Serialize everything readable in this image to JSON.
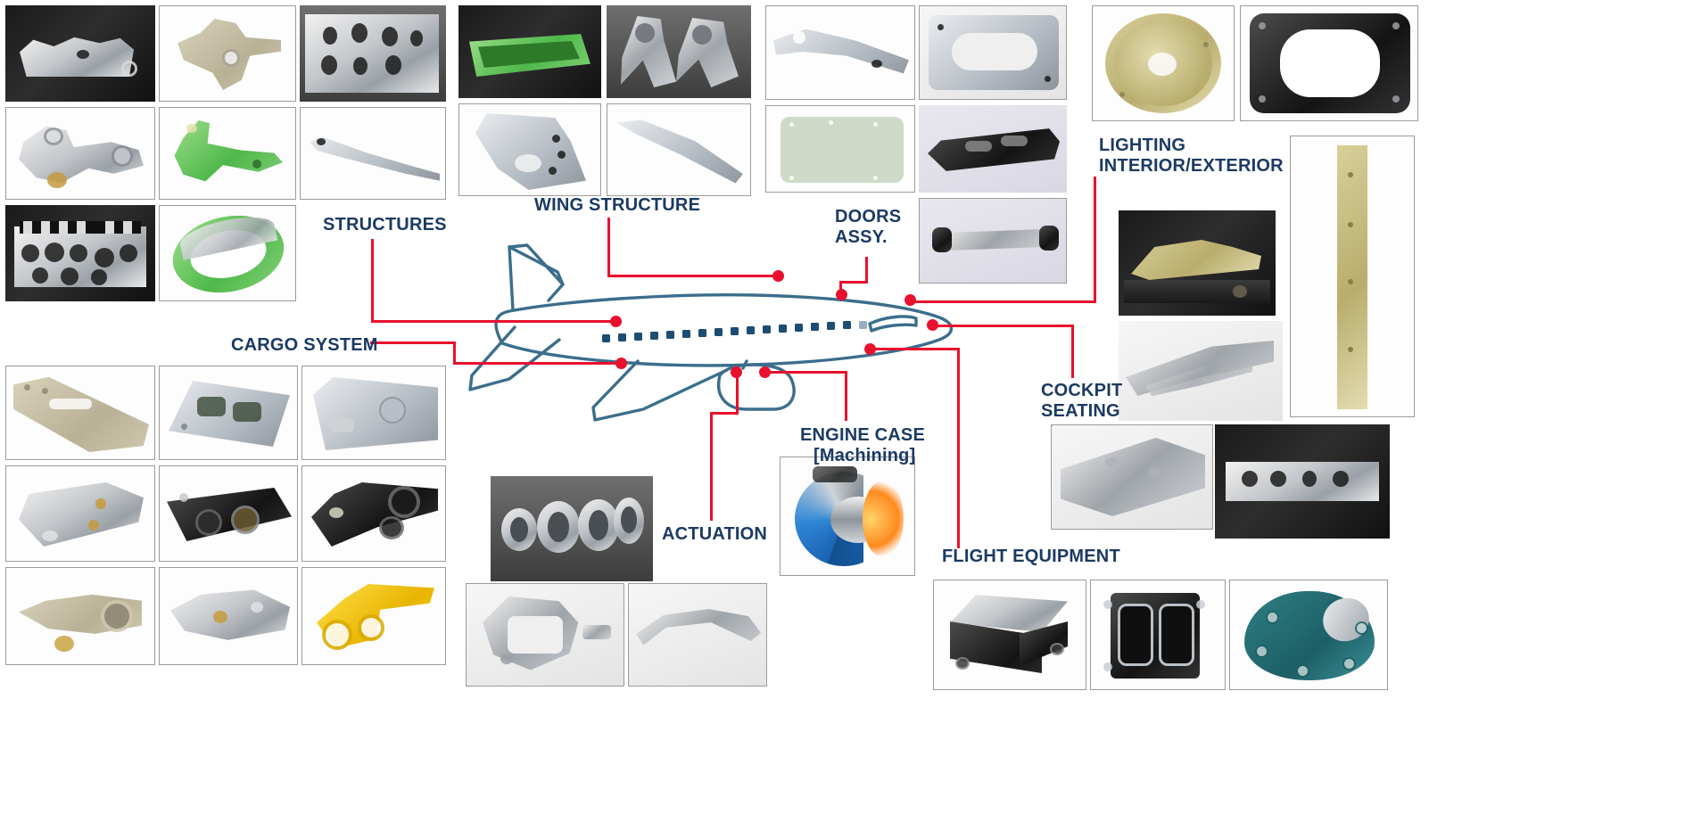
{
  "diagram": {
    "title": "Aerostructures & Aircraft Components Capability Map",
    "subject": "commercial-aircraft-outline",
    "accent_color": "#e8112d",
    "label_color": "#1b3a63",
    "aircraft_outline_color": "#31627f"
  },
  "callouts": [
    {
      "id": "structures",
      "label": "STRUCTURES",
      "lines": [
        "STRUCTURES"
      ]
    },
    {
      "id": "wing-structure",
      "label": "WING STRUCTURE",
      "lines": [
        "WING STRUCTURE"
      ]
    },
    {
      "id": "doors-assy",
      "label": "DOORS ASSY.",
      "lines": [
        "DOORS",
        "ASSY."
      ]
    },
    {
      "id": "lighting",
      "label": "LIGHTING INTERIOR/EXTERIOR",
      "lines": [
        "LIGHTING",
        "INTERIOR/EXTERIOR"
      ]
    },
    {
      "id": "cargo-system",
      "label": "CARGO SYSTEM",
      "lines": [
        "CARGO SYSTEM"
      ]
    },
    {
      "id": "cockpit-seating",
      "label": "COCKPIT SEATING",
      "lines": [
        "COCKPIT",
        "SEATING"
      ]
    },
    {
      "id": "actuation",
      "label": "ACTUATION",
      "lines": [
        "ACTUATION"
      ]
    },
    {
      "id": "engine-case",
      "label": "ENGINE CASE [Machining]",
      "lines": [
        "ENGINE CASE",
        "[Machining]"
      ]
    },
    {
      "id": "flight-equipment",
      "label": "FLIGHT EQUIPMENT",
      "lines": [
        "FLIGHT EQUIPMENT"
      ]
    }
  ],
  "labels": {
    "structures": "STRUCTURES",
    "wing_structure": "WING STRUCTURE",
    "doors_line1": "DOORS",
    "doors_line2": "ASSY.",
    "lighting_line1": "LIGHTING",
    "lighting_line2": "INTERIOR/EXTERIOR",
    "cargo_system": "CARGO SYSTEM",
    "cockpit_line1": "COCKPIT",
    "cockpit_line2": "SEATING",
    "actuation": "ACTUATION",
    "engine_line1": "ENGINE CASE",
    "engine_line2": "[Machining]",
    "flight_equipment": "FLIGHT EQUIPMENT"
  },
  "galleries": {
    "structures": [
      {
        "id": "str-1",
        "caption": "machined structural frame on granite table",
        "bg": "dark",
        "part": "alu"
      },
      {
        "id": "str-2",
        "caption": "four-arm spider fitting",
        "bg": "white",
        "part": "beige"
      },
      {
        "id": "str-3",
        "caption": "lightened machined rib wall",
        "bg": "shop",
        "part": "alu"
      },
      {
        "id": "str-4",
        "caption": "двух-lug bracket with bronze bushing",
        "bg": "white",
        "part": "alu"
      },
      {
        "id": "str-5",
        "caption": "green anodised support bracket",
        "bg": "white",
        "part": "green"
      },
      {
        "id": "str-6",
        "caption": "slender machined link arm",
        "bg": "white",
        "part": "alu"
      },
      {
        "id": "str-7",
        "caption": "multi-pocket comb rib",
        "bg": "dark",
        "part": "alu"
      },
      {
        "id": "str-8",
        "caption": "green painted ring frame",
        "bg": "white",
        "part": "green"
      }
    ],
    "wing_structure": [
      {
        "id": "wing-1",
        "caption": "green coated hollow box spar",
        "bg": "dark",
        "part": "green"
      },
      {
        "id": "wing-2",
        "caption": "twin-lug white machined fitting",
        "bg": "shop",
        "part": "alu"
      },
      {
        "id": "wing-3",
        "caption": "sheet-metal angled bracket",
        "bg": "white",
        "part": "alu"
      },
      {
        "id": "wing-4",
        "caption": "curved machined stringer",
        "bg": "white",
        "part": "alu"
      }
    ],
    "doors_assy": [
      {
        "id": "door-1",
        "caption": "long curved door beam with cutouts",
        "bg": "white",
        "part": "alu"
      },
      {
        "id": "door-2",
        "caption": "door surround frame with oval aperture",
        "bg": "light",
        "part": "alu"
      },
      {
        "id": "door-3",
        "caption": "mint green door skin panel",
        "bg": "mint",
        "part": "mint"
      },
      {
        "id": "door-4",
        "caption": "dark machined door rail",
        "bg": "lilac",
        "part": "black"
      },
      {
        "id": "door-5",
        "caption": "polished push-pull rod",
        "bg": "lilac",
        "part": "steel"
      }
    ],
    "lighting": [
      {
        "id": "lgt-1",
        "caption": "bladed fan housing, gold anodised",
        "bg": "white",
        "part": "gold"
      },
      {
        "id": "lgt-2",
        "caption": "black cast window frame",
        "bg": "white",
        "part": "black"
      },
      {
        "id": "lgt-3",
        "caption": "gold chem-milled housing on black plinth",
        "bg": "dark",
        "part": "gold"
      },
      {
        "id": "lgt-4",
        "caption": "long yellow chem-milled stringer",
        "bg": "white",
        "part": "gold"
      },
      {
        "id": "lgt-5",
        "caption": "bright machined rail assembly",
        "bg": "light",
        "part": "alu"
      }
    ],
    "cargo_system": [
      {
        "id": "cgo-1",
        "caption": "beige cargo floor track fitting",
        "bg": "white",
        "part": "beige"
      },
      {
        "id": "cgo-2",
        "caption": "cargo cross-beam box assembly",
        "bg": "white",
        "part": "alu"
      },
      {
        "id": "cgo-3",
        "caption": "grey machined block fitting",
        "bg": "white",
        "part": "alu"
      },
      {
        "id": "cgo-4",
        "caption": "double-lug cargo hinge",
        "bg": "white",
        "part": "alu"
      },
      {
        "id": "cgo-5",
        "caption": "black multi-bore roller housing",
        "bg": "white",
        "part": "black"
      },
      {
        "id": "cgo-6",
        "caption": "black latch arm with bearing eyes",
        "bg": "white",
        "part": "black"
      },
      {
        "id": "cgo-7",
        "caption": "machined lever with bronze bush",
        "bg": "white",
        "part": "beige"
      },
      {
        "id": "cgo-8",
        "caption": "white bracket with threaded inserts",
        "bg": "white",
        "part": "alu"
      },
      {
        "id": "cgo-9",
        "caption": "yellow painted clevis fitting",
        "bg": "white",
        "part": "yellow"
      }
    ],
    "actuation": [
      {
        "id": "act-1",
        "caption": "row of machined clamp rings",
        "bg": "shop",
        "part": "alu"
      },
      {
        "id": "act-2",
        "caption": "machined yoke clamp",
        "bg": "light",
        "part": "alu"
      },
      {
        "id": "act-3",
        "caption": "curved toothed track",
        "bg": "light",
        "part": "alu"
      }
    ],
    "cockpit_seating": [
      {
        "id": "ckp-1",
        "caption": "seat base machined panel",
        "bg": "light",
        "part": "alu"
      },
      {
        "id": "ckp-2",
        "caption": "gold seat pan panel",
        "bg": "white",
        "part": "gold"
      },
      {
        "id": "ckp-3",
        "caption": "long machined seat rail",
        "bg": "dark",
        "part": "alu"
      }
    ],
    "engine_case": [
      {
        "id": "eng-1",
        "caption": "turbofan engine cutaway with flame",
        "bg": "white",
        "part": "steel"
      }
    ],
    "flight_equipment": [
      {
        "id": "flt-1",
        "caption": "avionics housing, black anodised box",
        "bg": "white",
        "part": "black"
      },
      {
        "id": "flt-2",
        "caption": "black electronics enclosure",
        "bg": "white",
        "part": "black"
      },
      {
        "id": "flt-3",
        "caption": "teal radome / bullet fairing",
        "bg": "white",
        "part": "teal"
      }
    ]
  }
}
